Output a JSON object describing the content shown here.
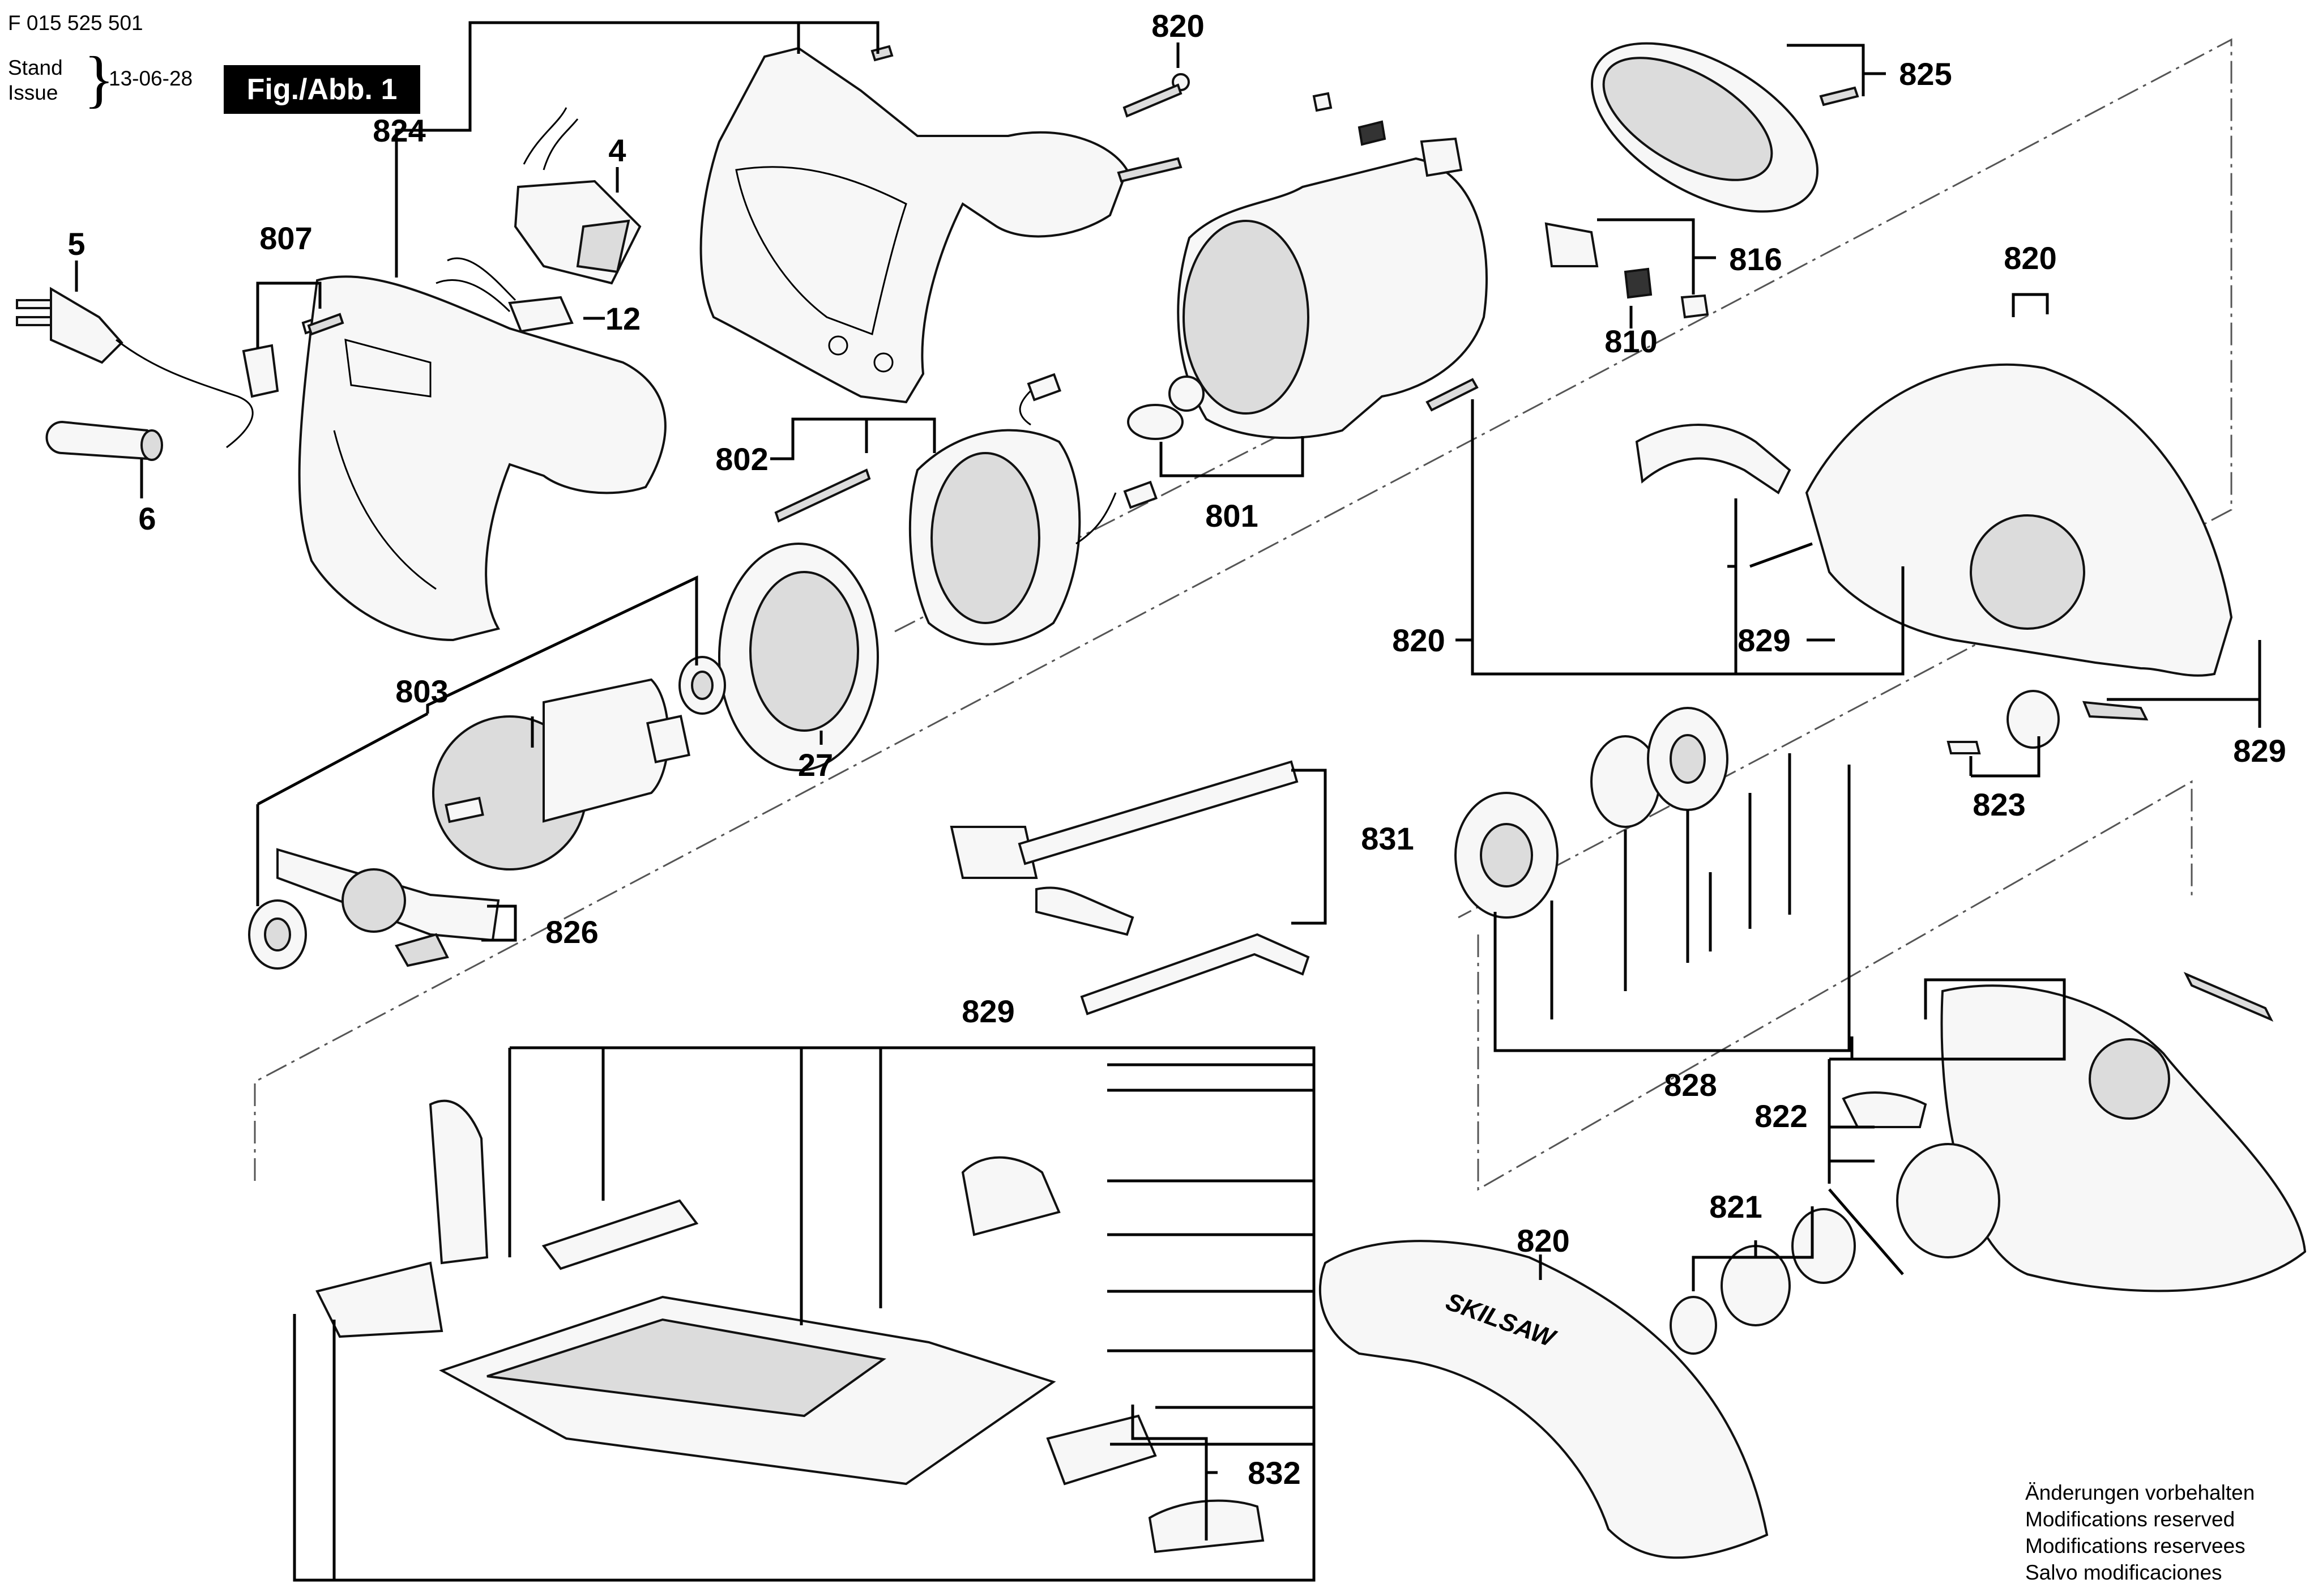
{
  "document_number": "F 015 525 501",
  "stand_label": "Stand",
  "issue_label": "Issue",
  "date": "13-06-28",
  "figure_label": "Fig./Abb. 1",
  "brand_mark": "SKILSAW",
  "parts": {
    "p824": "824",
    "p4": "4",
    "p12": "12",
    "p5": "5",
    "p807": "807",
    "p6": "6",
    "p820_top": "820",
    "p825": "825",
    "p816": "816",
    "p810": "810",
    "p820_guard": "820",
    "p802": "802",
    "p801": "801",
    "p820_left": "820",
    "p829_pin": "829",
    "p829_right": "829",
    "p803": "803",
    "p27": "27",
    "p823": "823",
    "p826": "826",
    "p831": "831",
    "p828": "828",
    "p829_base": "829",
    "p822": "822",
    "p820_cover": "820",
    "p821": "821",
    "p832": "832"
  },
  "notes": [
    "Änderungen vorbehalten",
    "Modifications reserved",
    "Modifications reservees",
    "Salvo modificaciones"
  ]
}
